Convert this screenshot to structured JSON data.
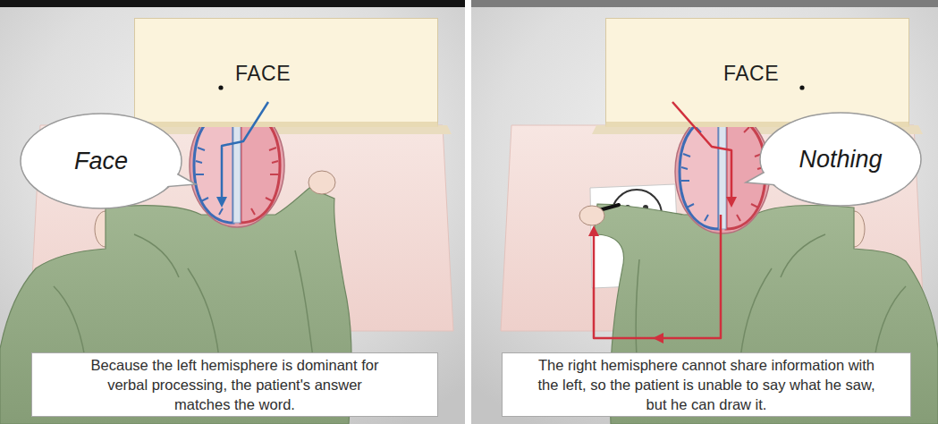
{
  "diagram": {
    "nodes": [
      {
        "text": [
          "FACE"
        ]
      },
      {
        "text": [
          "Face"
        ]
      },
      {
        "text": [
          "Because the left hemisphere is dominant for verbal processing, the patient's answer matches the word."
        ]
      },
      {
        "text": [
          "FACE"
        ]
      },
      {
        "text": [
          "Nothing"
        ]
      },
      {
        "text": [
          "The right hemisphere cannot share information with the left, so the patient is unable to say what he saw, but he can draw it."
        ]
      }
    ]
  }
}
